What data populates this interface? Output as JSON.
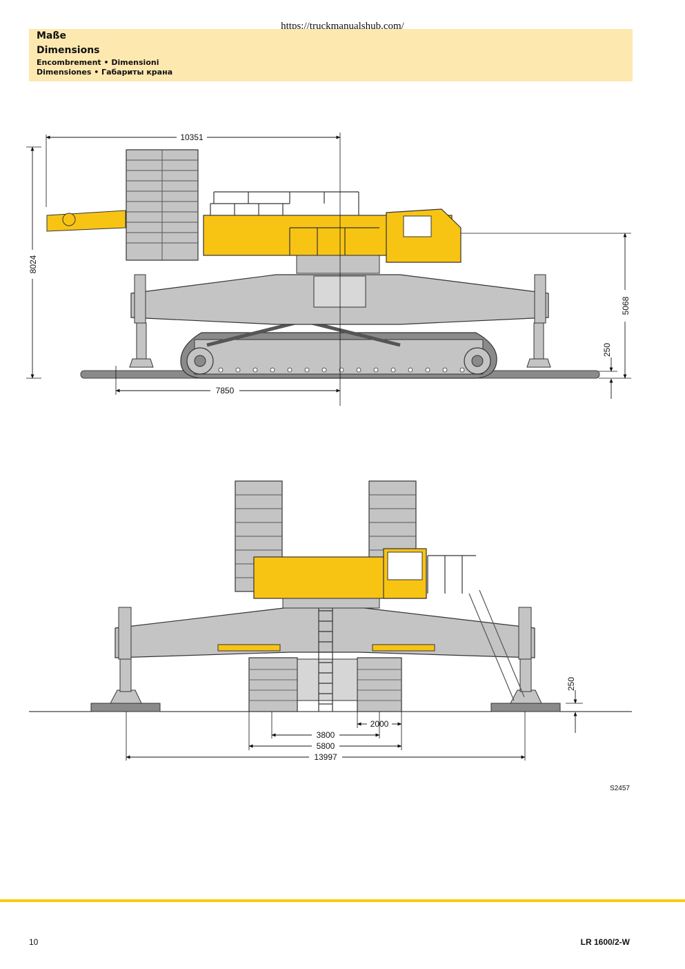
{
  "watermark": "https://truckmanualshub.com/",
  "header": {
    "title_de": "Maße",
    "title_en": "Dimensions",
    "title_fr_it": "Encombrement • Dimensioni",
    "title_es_ru": "Dimensiones • Габариты крана"
  },
  "side_view": {
    "dim_total_length": "10351",
    "dim_total_height": "8024",
    "dim_tail_length": "7850",
    "dim_height_to_top": "5068",
    "dim_ground_clearance": "250"
  },
  "front_view": {
    "dim_track_width": "2000",
    "dim_track_gauge": "3800",
    "dim_crawler_width": "5800",
    "dim_outrigger_span": "13997",
    "dim_ground_clearance": "250"
  },
  "drawing_code": "S2457",
  "footer": {
    "page_number": "10",
    "model": "LR 1600/2-W"
  },
  "colors": {
    "crane_yellow": "#f8c414",
    "steel_gray": "#c4c4c4",
    "dark_gray": "#8a8a8a",
    "header_band": "#fde9b0",
    "accent_line": "#fccb05"
  }
}
